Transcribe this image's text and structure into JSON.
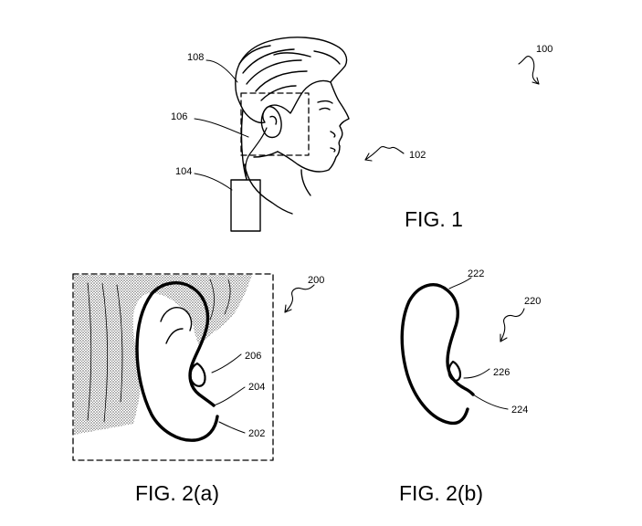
{
  "figures": {
    "fig1": {
      "caption": "FIG. 1",
      "refs": {
        "system": "100",
        "user": "102",
        "device": "104",
        "earpiece": "106",
        "region": "108"
      }
    },
    "fig2a": {
      "caption": "FIG. 2(a)",
      "refs": {
        "view": "200",
        "ear": "202",
        "tragus_point": "204",
        "canal": "206"
      }
    },
    "fig2b": {
      "caption": "FIG. 2(b)",
      "refs": {
        "outline": "220",
        "helix": "222",
        "lobe_point": "224",
        "canal": "226"
      }
    }
  }
}
